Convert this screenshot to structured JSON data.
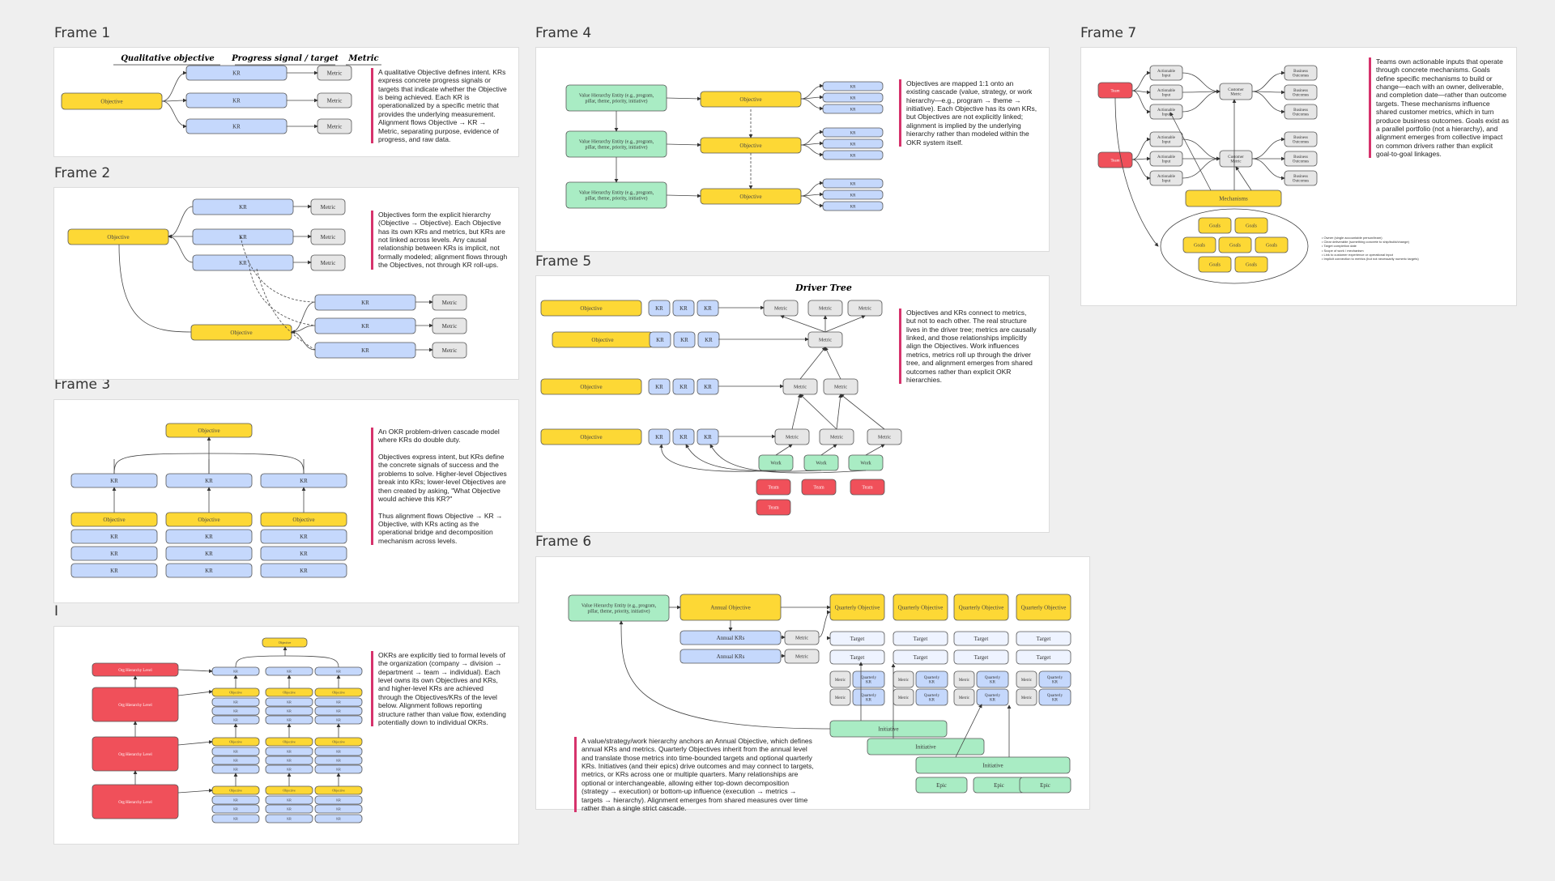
{
  "frames": [
    {
      "label": "Frame 1",
      "note": "A qualitative Objective defines intent. KRs express concrete progress signals or targets that indicate whether the Objective is being achieved. Each KR is operationalized by a specific metric that provides the underlying measurement. Alignment flows Objective → KR → Metric, separating purpose, evidence of progress, and raw data.",
      "headers": [
        "Qualitative objective",
        "Progress signal / target",
        "Metric"
      ]
    },
    {
      "label": "Frame 2",
      "note": "Objectives form the explicit hierarchy (Objective → Objective). Each Objective has its own KRs and metrics, but KRs are not linked across levels. Any causal relationship between KRs is implicit, not formally modeled; alignment flows through the Objectives, not through KR roll-ups."
    },
    {
      "label": "Frame 3",
      "note": "An OKR problem-driven cascade model where KRs do double duty.\n\nObjectives express intent, but KRs define the concrete signals of success and the problems to solve. Higher-level Objectives break into KRs; lower-level Objectives are then created by asking, \"What Objective would achieve this KR?\"\n\nThus alignment flows Objective → KR → Objective, with KRs acting as the operational bridge and decomposition mechanism across levels."
    },
    {
      "label": "I",
      "note": "OKRs are explicitly tied to formal levels of the organization (company → division → department → team → individual). Each level owns its own Objectives and KRs, and higher-level KRs are achieved through the Objectives/KRs of the level below. Alignment follows reporting structure rather than value flow, extending potentially down to individual OKRs."
    },
    {
      "label": "Frame 4",
      "note": "Objectives are mapped 1:1 onto an existing cascade (value, strategy, or work hierarchy—e.g., program → theme → initiative). Each Objective has its own KRs, but Objectives are not explicitly linked; alignment is implied by the underlying hierarchy rather than modeled within the OKR system itself."
    },
    {
      "label": "Frame 5",
      "title": "Driver Tree",
      "note": "Objectives and KRs connect to metrics, but not to each other. The real structure lives in the driver tree; metrics are causally linked, and those relationships implicitly align the Objectives. Work influences metrics, metrics roll up through the driver tree, and alignment emerges from shared outcomes rather than explicit OKR hierarchies."
    },
    {
      "label": "Frame 6",
      "note": "A value/strategy/work hierarchy anchors an Annual Objective, which defines annual KRs and metrics. Quarterly Objectives inherit from the annual level and translate those metrics into time-bounded targets and optional quarterly KRs. Initiatives (and their epics) drive outcomes and may connect to targets, metrics, or KRs across one or multiple quarters. Many relationships are optional or interchangeable, allowing either top-down decomposition (strategy → execution) or bottom-up influence (execution → metrics → targets → hierarchy). Alignment emerges from shared measures over time rather than a single strict cascade."
    },
    {
      "label": "Frame 7",
      "note": "Teams own actionable inputs that operate through concrete mechanisms. Goals define specific mechanisms to build or change—each with an owner, deliverable, and completion date—rather than outcome targets. These mechanisms influence shared customer metrics, which in turn produce business outcomes. Goals exist as a parallel portfolio (not a hierarchy), and alignment emerges from collective impact on common drivers rather than explicit goal-to-goal linkages.",
      "legend": [
        "Owner (single accountable person/team)",
        "Clear deliverable (something concrete to ship/build/change)",
        "Target completion date",
        "Scope of work / mechanism",
        "Link to customer experience or operational input",
        "Implicit connection to metrics (but not necessarily numeric targets)"
      ]
    }
  ],
  "nodes": {
    "objective": "Objective",
    "kr": "KR",
    "metric": "Metric",
    "vhe": "Value Hierarchy Entity (e.g., program, pillar, theme, priority, initiative)",
    "team": "Team",
    "work": "Work",
    "org": "Org Hierarchy Level",
    "annual_obj": "Annual Objective",
    "annual_krs": "Annual KRs",
    "q_obj": "Quarterly Objective",
    "target": "Target",
    "q_kr": "Quarterly KR",
    "initiative": "Initiative",
    "epic": "Epic",
    "act_input": "Actionable Input",
    "cust_metric": "Customer Metric",
    "biz_out": "Business Outcomes",
    "mechanisms": "Mechanisms",
    "goals": "Goals"
  },
  "colors": {
    "yellow": "#fdd835",
    "blue": "#c5d8fc",
    "grey": "#e6e6e6",
    "green": "#a9ecc4",
    "red": "#f0505a",
    "accent": "#d6336c"
  }
}
